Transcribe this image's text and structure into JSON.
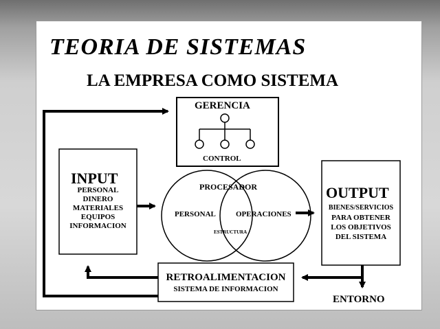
{
  "title": "TEORIA DE SISTEMAS",
  "subtitle": "LA EMPRESA COMO SISTEMA",
  "gerencia": {
    "label": "GERENCIA",
    "control": "CONTROL"
  },
  "input": {
    "title": "INPUT",
    "items": [
      "PERSONAL",
      "DINERO",
      "MATERIALES",
      "EQUIPOS",
      "INFORMACION"
    ]
  },
  "procesador": {
    "label": "PROCESADOR",
    "left": "PERSONAL",
    "right": "OPERACIONES",
    "intersection": "ESTRUCTURA"
  },
  "output": {
    "title": "OUTPUT",
    "items": [
      "BIENES/SERVICIOS",
      "PARA OBTENER",
      "LOS OBJETIVOS",
      "DEL SISTEMA"
    ]
  },
  "retro": {
    "line1": "RETROALIMENTACION",
    "line2": "SISTEMA DE INFORMACION"
  },
  "entorno": "ENTORNO"
}
